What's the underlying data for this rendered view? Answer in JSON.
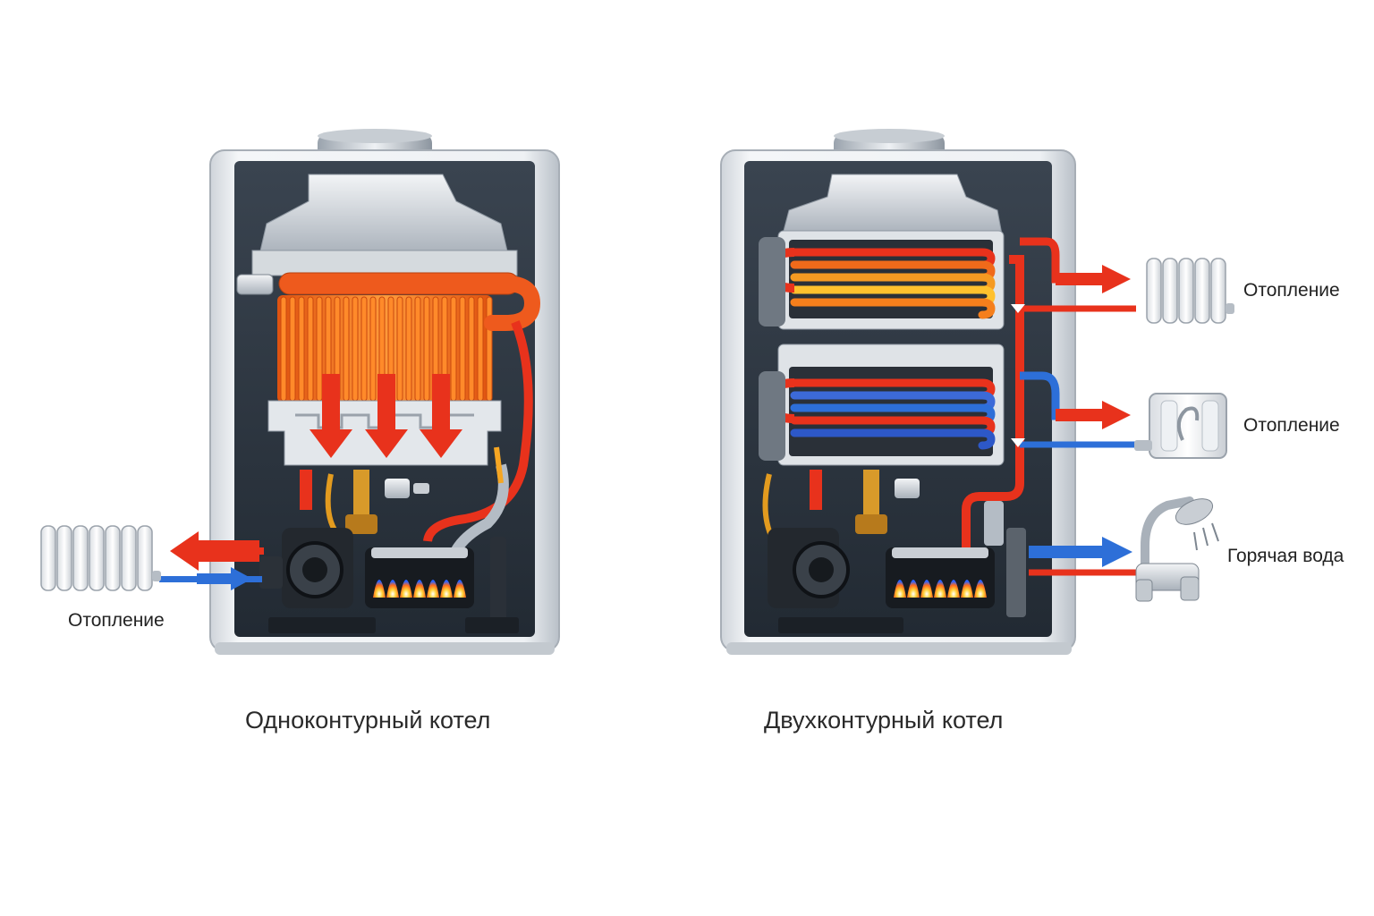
{
  "boilers": {
    "single": {
      "title": "Одноконтурный котел",
      "heating_label": "Отопление"
    },
    "double": {
      "title": "Двухконтурный котел",
      "heating_label_1": "Отопление",
      "heating_label_2": "Отопление",
      "hot_water_label": "Горячая вода"
    }
  },
  "colors": {
    "hot": "#e8321c",
    "cold": "#2d6fd8",
    "copper": "#f07a22",
    "casing": "#e9ecf0",
    "interior": "#2c3540"
  },
  "icons": [
    "radiator-icon",
    "towel-rail-icon",
    "shower-tap-icon",
    "burner-flame-icon",
    "pump-icon",
    "flue-pipe-icon"
  ]
}
